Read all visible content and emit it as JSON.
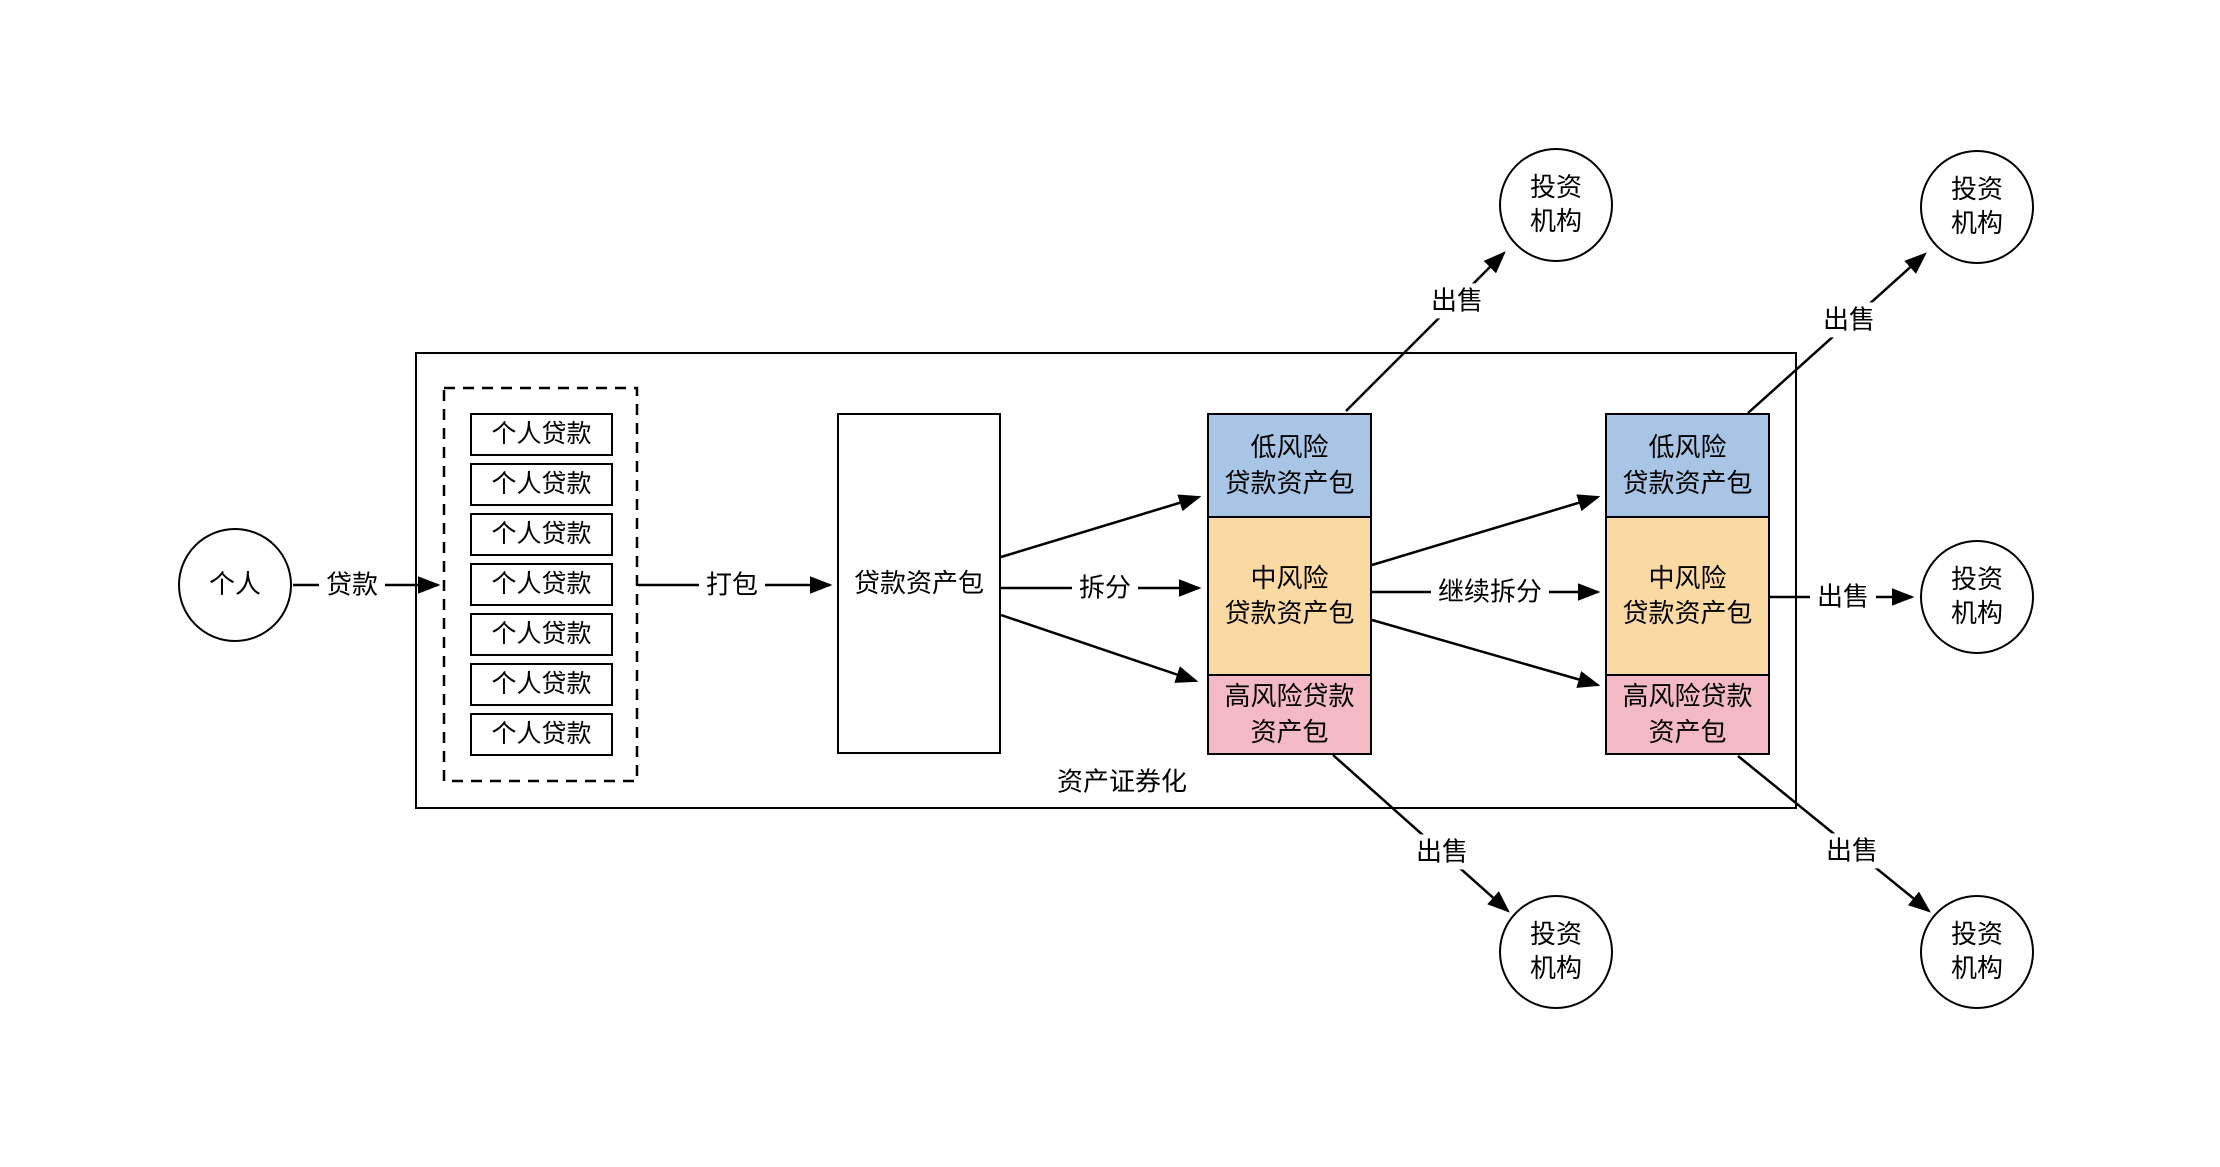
{
  "diagram": {
    "section_label": "资产证券化",
    "person_label": "个人",
    "investor_label": "投资\n机构",
    "loan_package_label": "贷款资产包",
    "loan_items": [
      "个人贷款",
      "个人贷款",
      "个人贷款",
      "个人贷款",
      "个人贷款",
      "个人贷款",
      "个人贷款"
    ],
    "stack": {
      "low": "低风险\n贷款资产包",
      "mid": "中风险\n贷款资产包",
      "high": "高风险贷款\n资产包"
    },
    "arrows": {
      "loan": "贷款",
      "pack": "打包",
      "split": "拆分",
      "continue_split": "继续拆分",
      "sell": "出售"
    },
    "colors": {
      "low_risk": "#a8c5e6",
      "mid_risk": "#fbd9a3",
      "high_risk": "#f3b9c5",
      "line": "#000000"
    }
  }
}
